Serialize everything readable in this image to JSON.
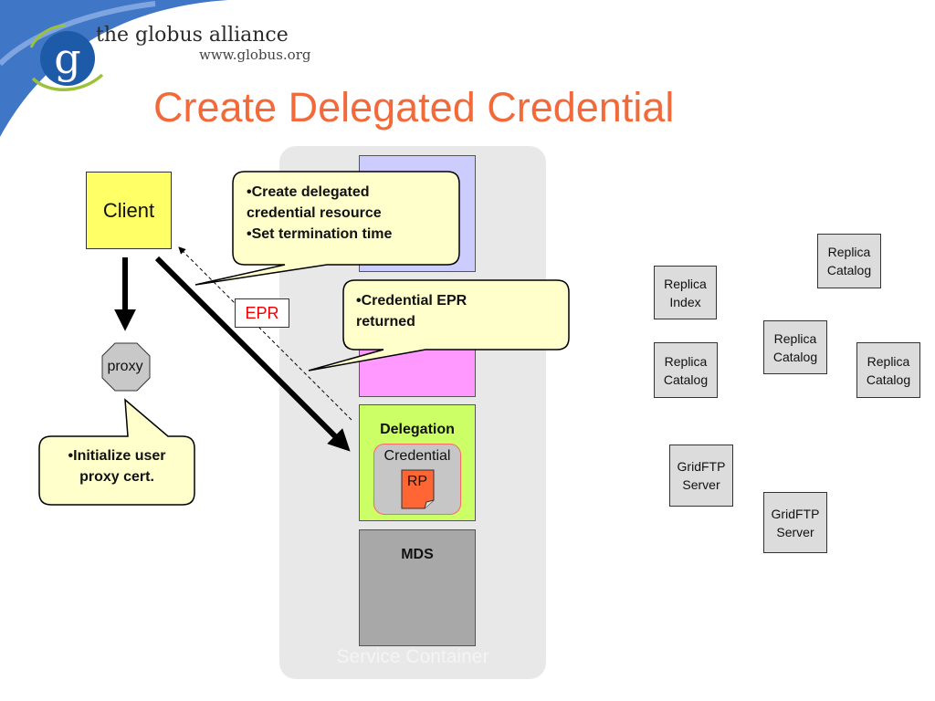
{
  "header": {
    "org_name": "the globus alliance",
    "org_url": "www.globus.org",
    "title": "Create Delegated Credential"
  },
  "client": {
    "label": "Client"
  },
  "proxy": {
    "label": "proxy"
  },
  "epr": {
    "label": "EPR"
  },
  "service_container": {
    "label": "Service Container",
    "delegation": {
      "label": "Delegation",
      "credential_label": "Credential",
      "rp_label": "RP"
    },
    "mds": {
      "label": "MDS"
    }
  },
  "callouts": {
    "create": {
      "line1": "•Create delegated",
      "line2": "credential resource",
      "line3": "•Set termination time"
    },
    "epr_returned": {
      "line1": "•Credential EPR",
      "line2": "returned"
    },
    "proxy_init": {
      "line1": "•Initialize user",
      "line2": "proxy cert."
    }
  },
  "resources": [
    {
      "label": "Replica\nIndex"
    },
    {
      "label": "Replica\nCatalog"
    },
    {
      "label": "Replica\nCatalog"
    },
    {
      "label": "Replica\nCatalog"
    },
    {
      "label": "Replica\nCatalog"
    },
    {
      "label": "GridFTP\nServer"
    },
    {
      "label": "GridFTP\nServer"
    }
  ],
  "colors": {
    "title": "#f26a3a",
    "client_fill": "#ffff66",
    "callout_fill": "#ffffcc",
    "service_top_fill": "#ccccff",
    "service_pink_fill": "#ff99ff",
    "delegation_fill": "#ccff66",
    "mds_fill": "#a8a8a8",
    "rp_fill": "#ff6633",
    "resource_fill": "#dcdcdc",
    "epr_text": "#ee0000"
  }
}
